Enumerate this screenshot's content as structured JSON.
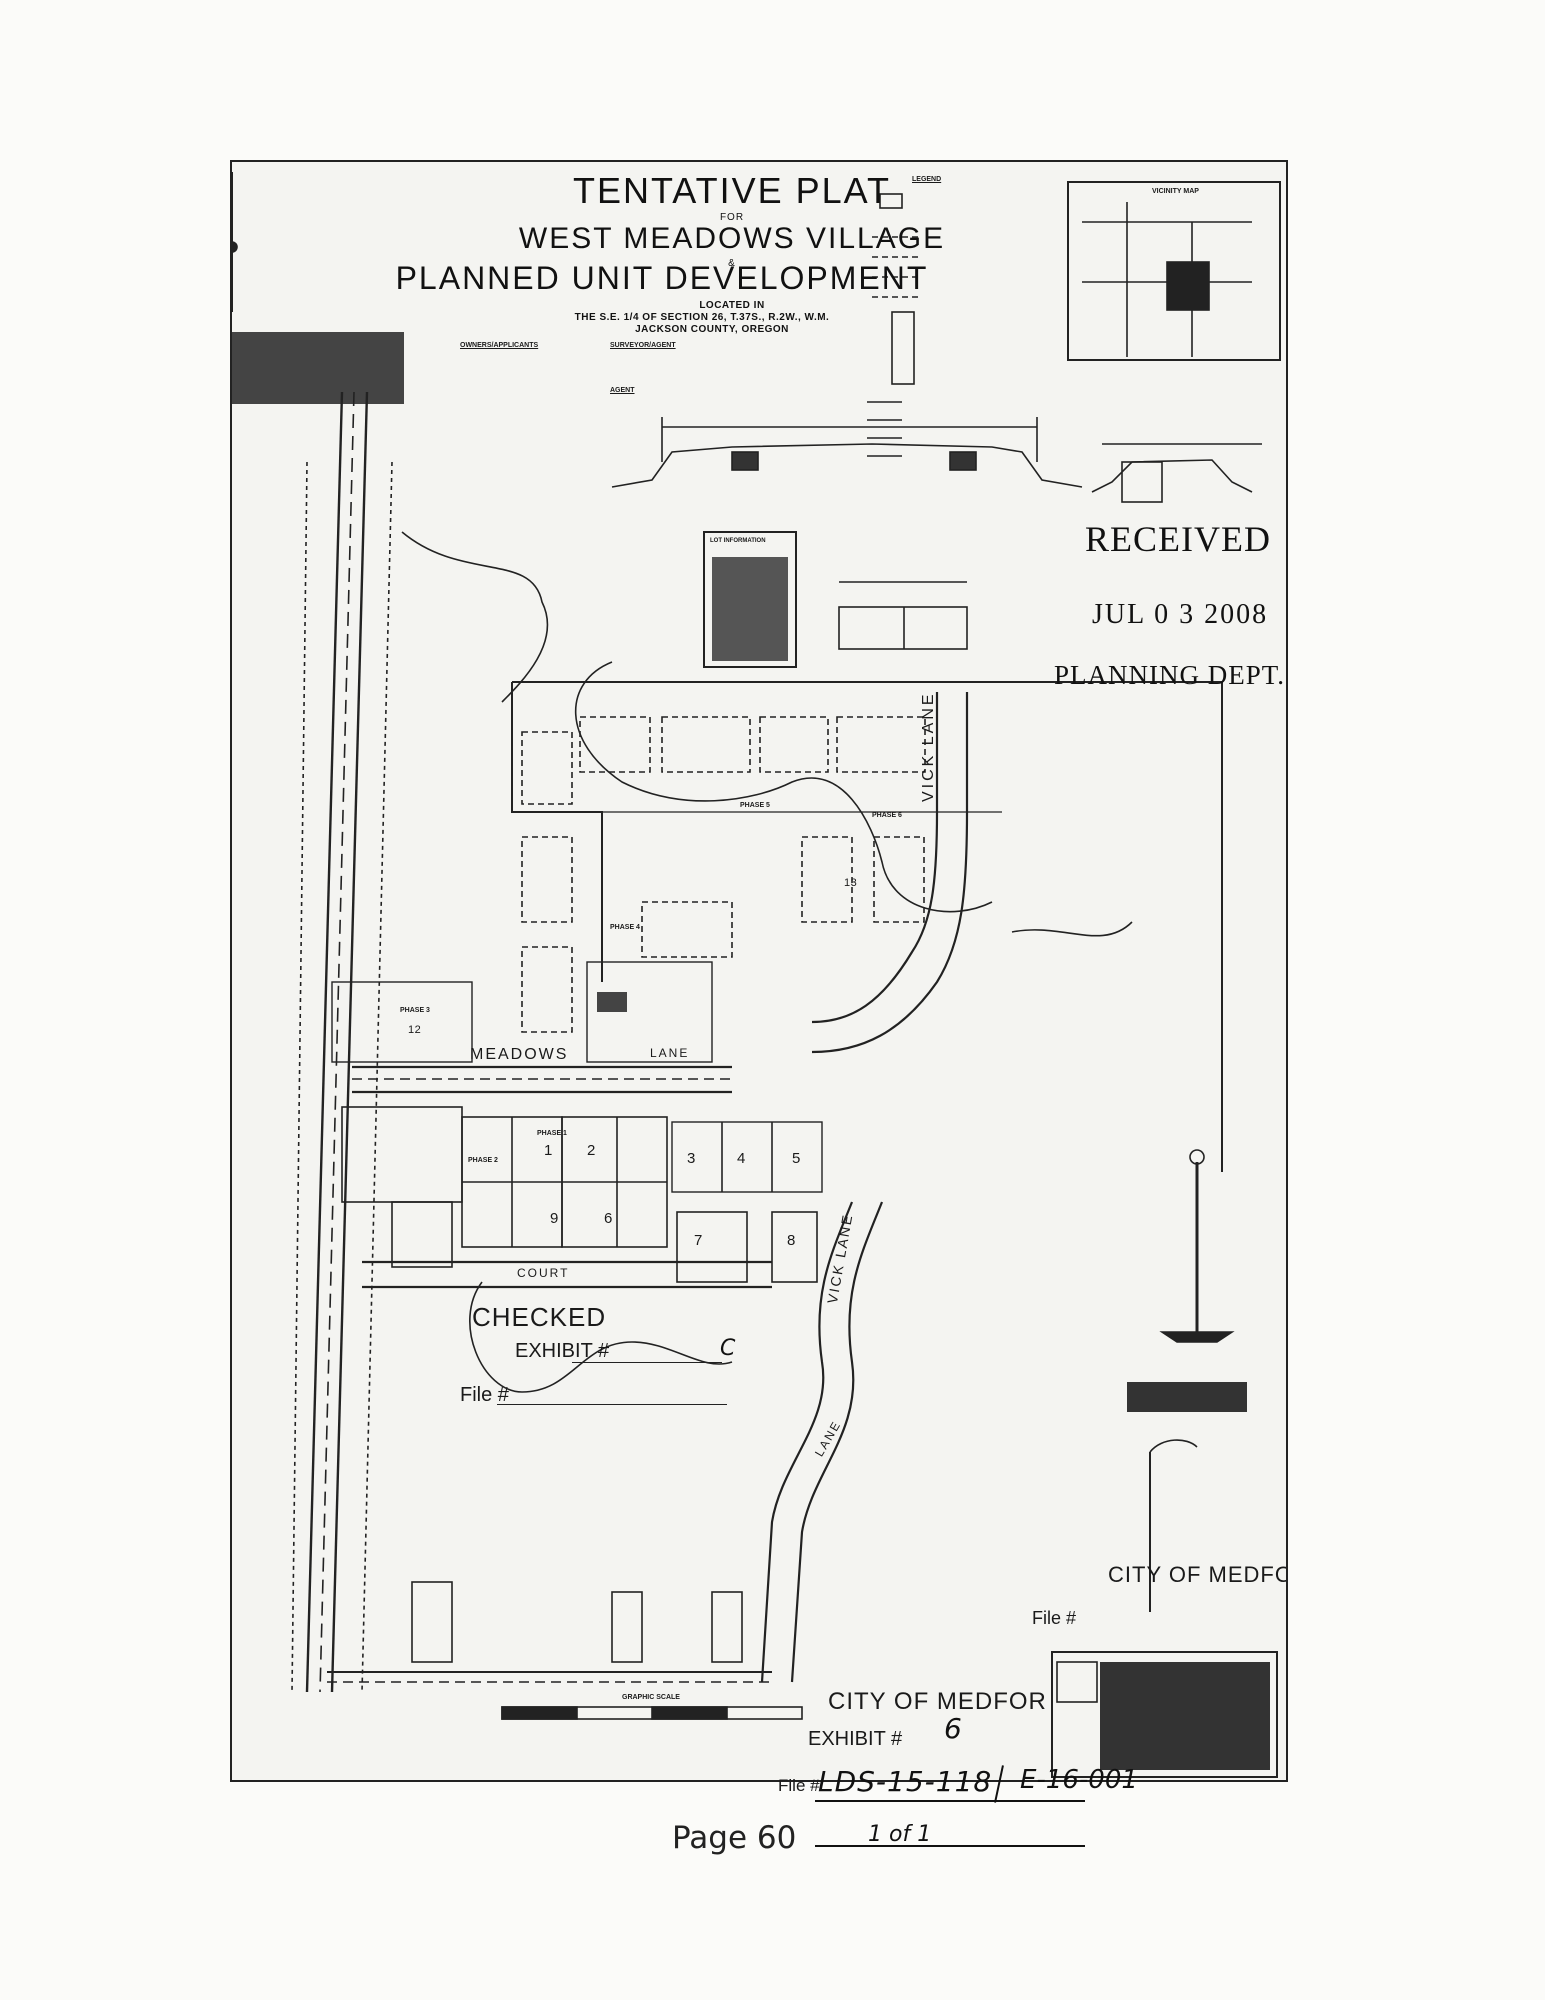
{
  "title": {
    "line1": "TENTATIVE PLAT",
    "for": "FOR",
    "line2": "WEST MEADOWS VILLAGE",
    "amp": "&",
    "line3": "PLANNED UNIT DEVELOPMENT",
    "located": "LOCATED IN",
    "section": "THE S.E. 1/4 OF SECTION 26, T.37S., R.2W., W.M.",
    "county": "JACKSON COUNTY, OREGON"
  },
  "headings": {
    "owners": "OWNERS/APPLICANTS",
    "surveyor": "SURVEYOR/AGENT",
    "agent": "AGENT",
    "legend": "LEGEND",
    "vicinity": "VICINITY MAP",
    "lot_info": "LOT INFORMATION",
    "graphic_scale": "GRAPHIC SCALE"
  },
  "street_labels": {
    "meadows_lane": "MEADOWS",
    "lane": "LANE",
    "vick_lane_east": "VICK LANE",
    "vick_lane_south": "VICK LANE",
    "vick_lane_lower": "LANE",
    "court": "COURT"
  },
  "phases": {
    "phase1": "PHASE 1",
    "phase2": "PHASE 2",
    "phase3": "PHASE 3",
    "phase4": "PHASE 4",
    "phase5": "PHASE 5",
    "phase6": "PHASE 6"
  },
  "lot_numbers": [
    "1",
    "2",
    "3",
    "4",
    "5",
    "6",
    "7",
    "8",
    "9",
    "12",
    "13"
  ],
  "stamp": {
    "received": "RECEIVED",
    "date": "JUL 0 3 2008",
    "dept": "PLANNING DEPT."
  },
  "exhibit_inner": {
    "checked": "CHECKED",
    "exhibit": "EXHIBIT #",
    "exhibit_value": "C",
    "file": "File #"
  },
  "city_inner": "CITY OF MEDFORD",
  "file_right": "File #",
  "city_bottom": {
    "city": "CITY OF MEDFOR",
    "exhibit": "EXHIBIT #",
    "exhibit_value": "6",
    "file": "File #",
    "file_value": "LDS-15-118",
    "file_value_2": "E-16-001",
    "pages": "1 of 1"
  },
  "page_number": "Page 60"
}
